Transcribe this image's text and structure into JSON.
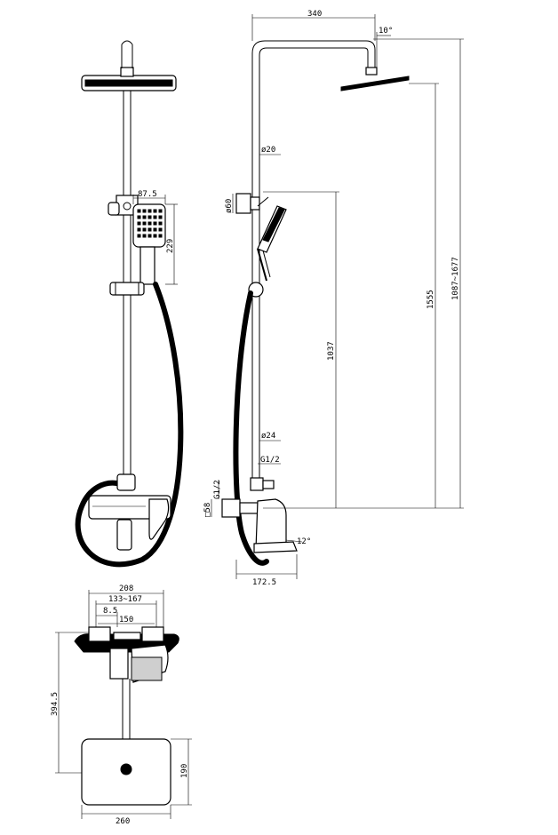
{
  "dimensions": {
    "side_top_width": "340",
    "head_angle": "10°",
    "pipe_top_dia": "ø20",
    "bracket_dia": "ø60",
    "height_range": "1087~1677",
    "height_total": "1555",
    "height_bracket": "1037",
    "pipe_bottom_dia": "ø24",
    "thread_upper": "G1/2",
    "thread_left": "G1/2",
    "mount_dia": "□58",
    "spout_angle": "12°",
    "base_depth": "172.5",
    "handshower_width": "87.5",
    "handshower_height": "229",
    "top_width_outer": "208",
    "top_center_range": "133~167",
    "top_offset": "8.5",
    "top_inner": "150",
    "top_depth": "394.5",
    "head_width": "260",
    "head_depth": "190"
  }
}
